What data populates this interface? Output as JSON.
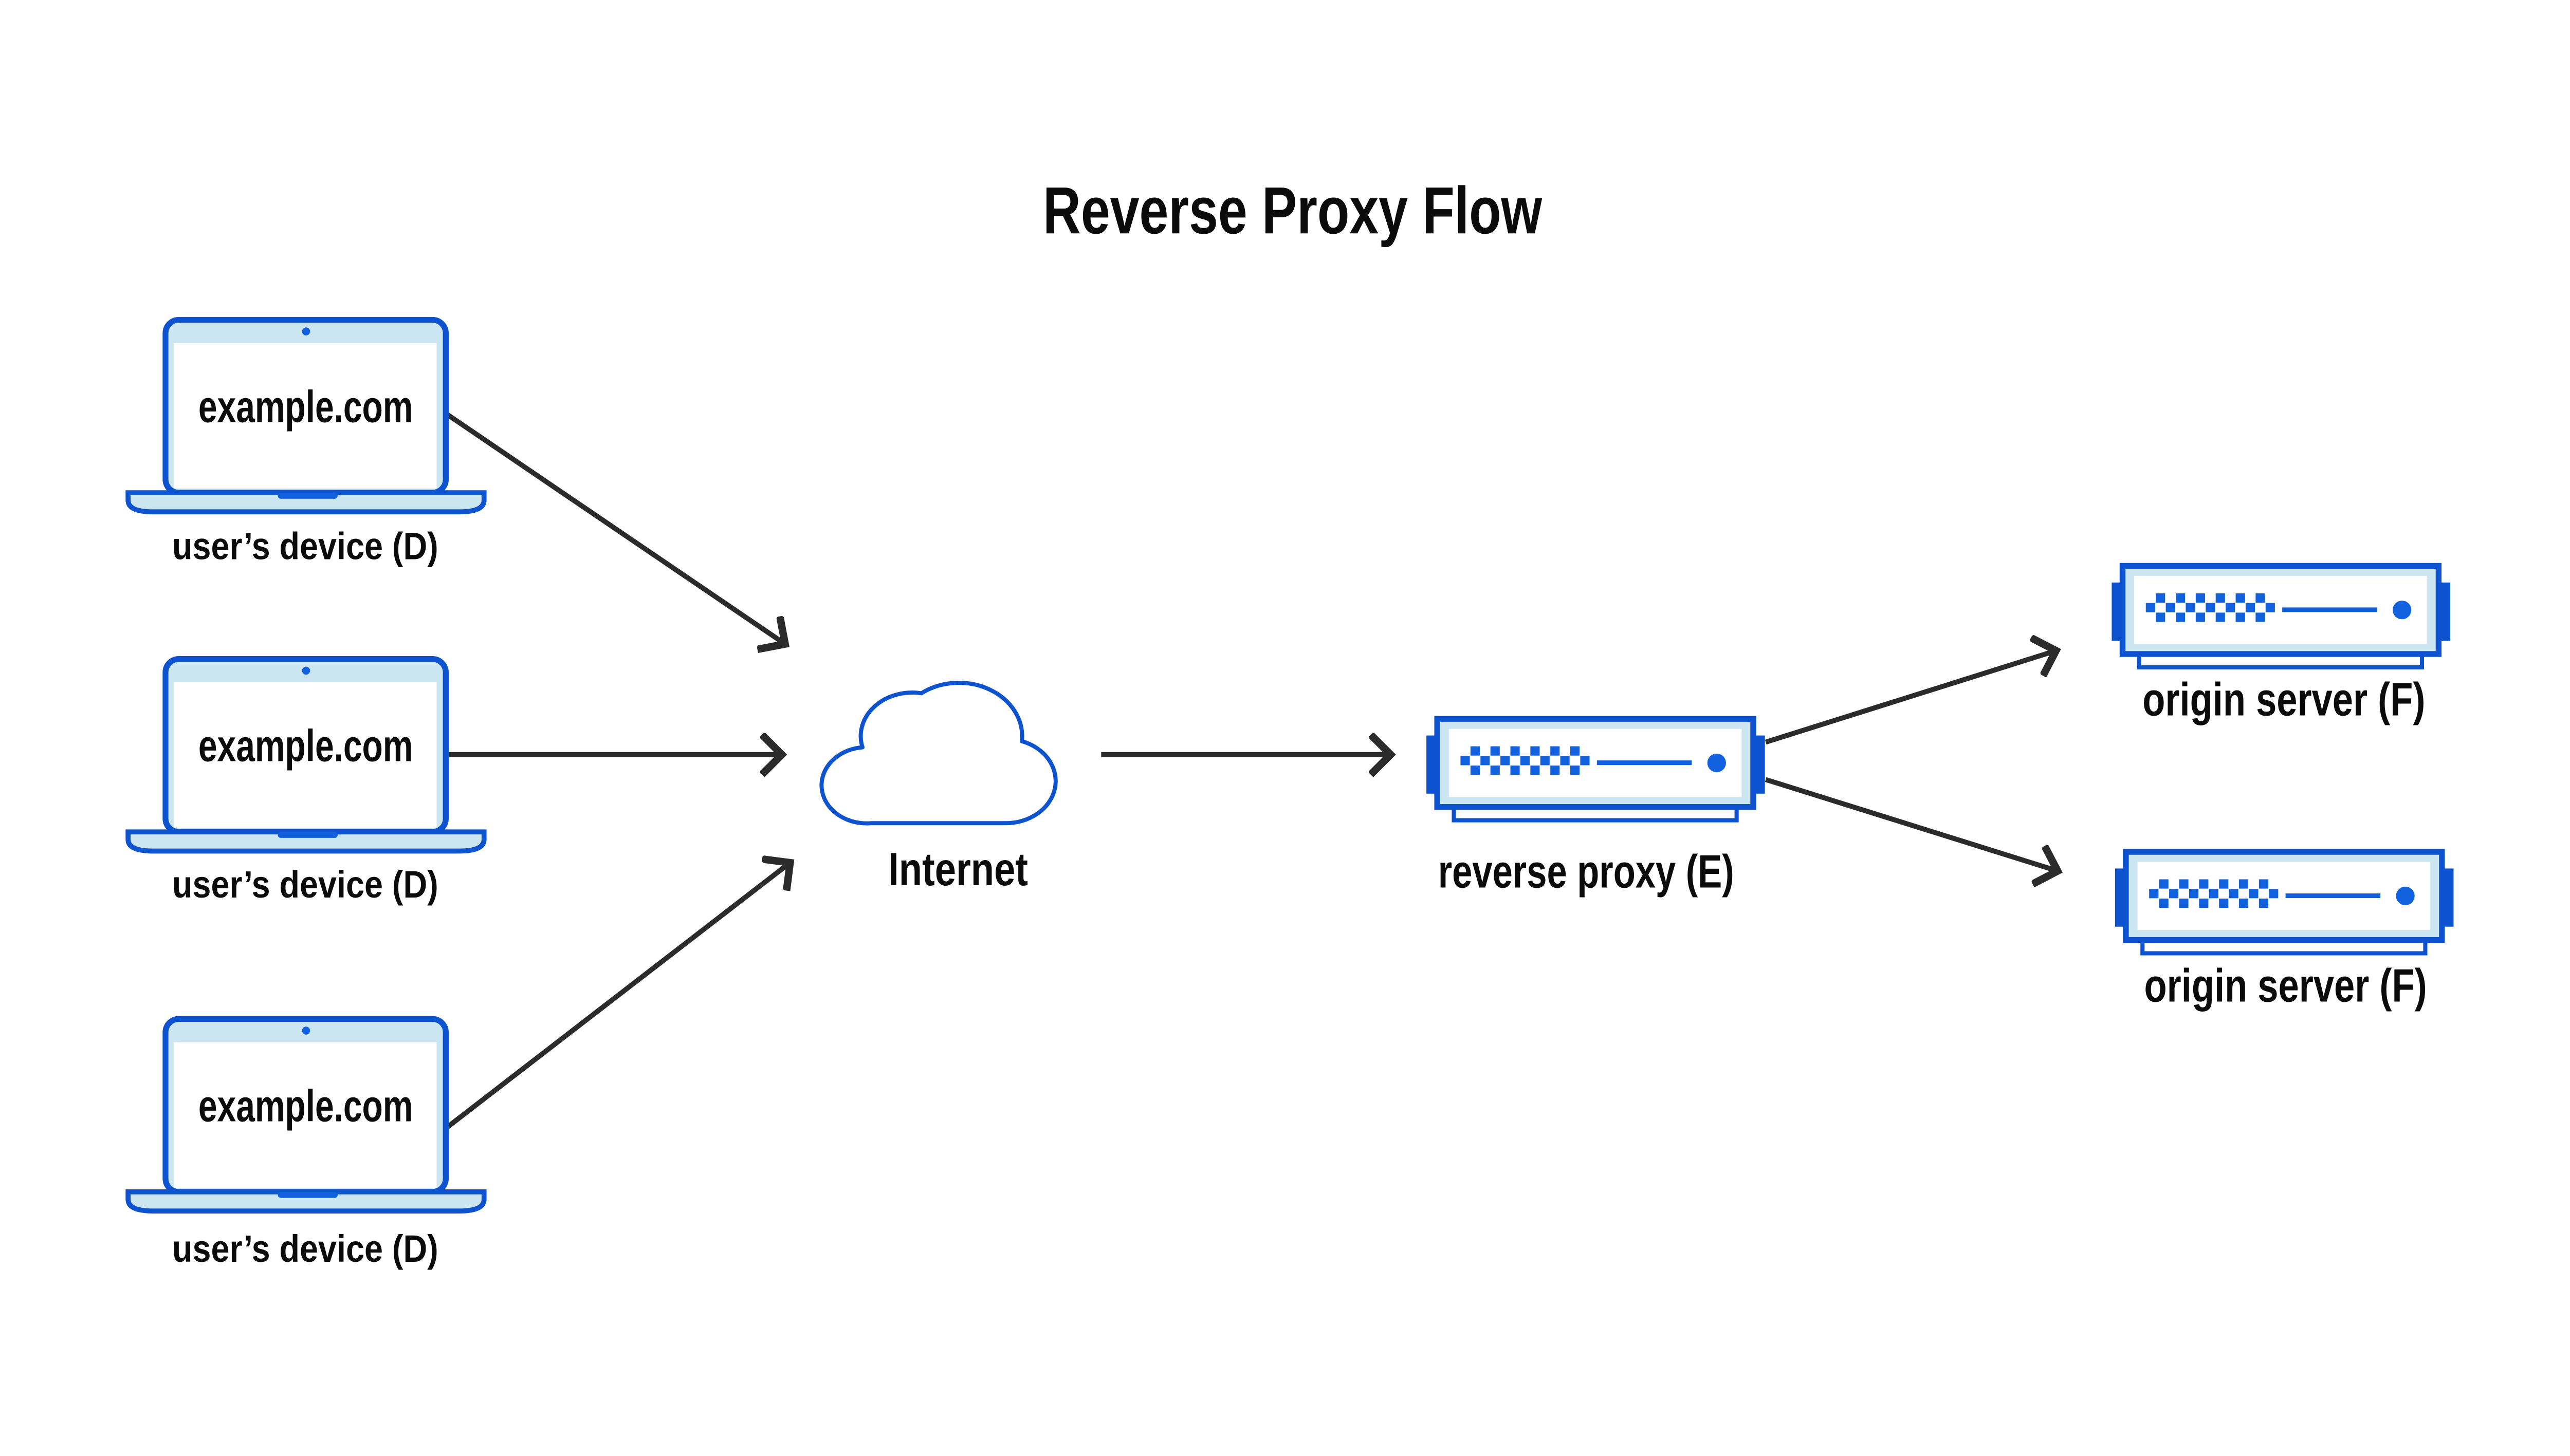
{
  "title": "Reverse Proxy Flow",
  "nodes": {
    "devices": [
      {
        "screen": "example.com",
        "label": "user’s device (D)"
      },
      {
        "screen": "example.com",
        "label": "user’s device (D)"
      },
      {
        "screen": "example.com",
        "label": "user’s device (D)"
      }
    ],
    "internet": {
      "label": "Internet"
    },
    "reverse_proxy": {
      "label": "reverse proxy (E)"
    },
    "origin_servers": [
      {
        "label": "origin server (F)"
      },
      {
        "label": "origin server (F)"
      }
    ]
  },
  "edges": [
    {
      "from": "device-1",
      "to": "internet"
    },
    {
      "from": "device-2",
      "to": "internet"
    },
    {
      "from": "device-3",
      "to": "internet"
    },
    {
      "from": "internet",
      "to": "reverse-proxy"
    },
    {
      "from": "reverse-proxy",
      "to": "origin-server-1"
    },
    {
      "from": "reverse-proxy",
      "to": "origin-server-2"
    }
  ],
  "icons": [
    "laptop-icon",
    "cloud-icon",
    "server-icon",
    "arrow-icon",
    "webcam-icon",
    "server-led-dots-icon",
    "server-indicator-dot-icon"
  ],
  "colors": {
    "primary_blue": "#0d53cf",
    "accent_blue": "#1160dd",
    "light_blue": "#cbe5f1",
    "arrow": "#2b2b2b",
    "text": "#0b0b0b",
    "background": "#ffffff"
  }
}
